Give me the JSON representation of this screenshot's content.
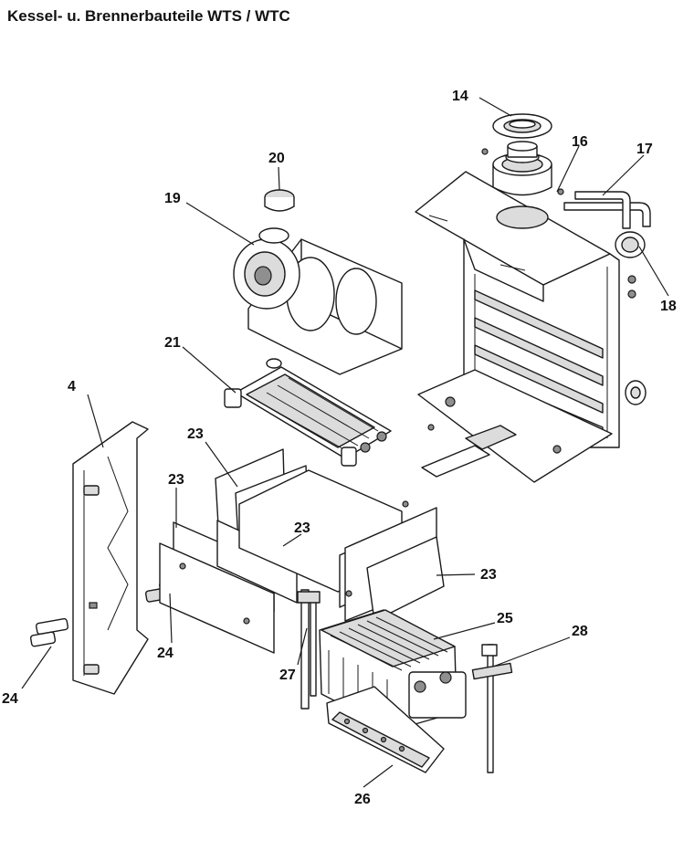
{
  "title": "Kessel- u. Brennerbauteile WTS / WTC",
  "labels": {
    "l14": "14",
    "l16": "16",
    "l17": "17",
    "l18": "18",
    "l19": "19",
    "l20": "20",
    "l21": "21",
    "l4": "4",
    "l23a": "23",
    "l23b": "23",
    "l23c": "23",
    "l23d": "23",
    "l24a": "24",
    "l24b": "24",
    "l25": "25",
    "l26": "26",
    "l27": "27",
    "l28": "28"
  }
}
